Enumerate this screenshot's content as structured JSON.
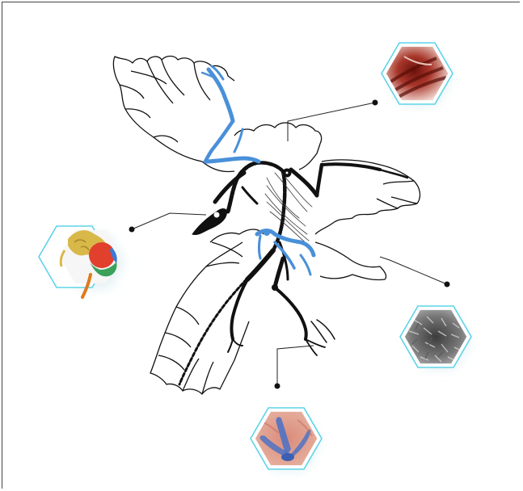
{
  "figure": {
    "subject": "archaeopteryx-skeleton",
    "colors": {
      "outline": "#111111",
      "bone": "#111111",
      "highlight_bone": "#4a90d9",
      "hex_frame": "#5ed3e8",
      "background": "#ffffff"
    },
    "callouts": [
      {
        "id": "feather-tissue",
        "icon": "feather-tissue-micrograph",
        "tint": "#9c2a1c"
      },
      {
        "id": "braincase",
        "icon": "braincase-3d-model",
        "tint": "#d9b84a"
      },
      {
        "id": "feather-melanosomes",
        "icon": "melanosome-sem-image",
        "tint": "#7a7a7a"
      },
      {
        "id": "footprint",
        "icon": "footprint-trace",
        "tint": "#4f72c4"
      }
    ]
  }
}
